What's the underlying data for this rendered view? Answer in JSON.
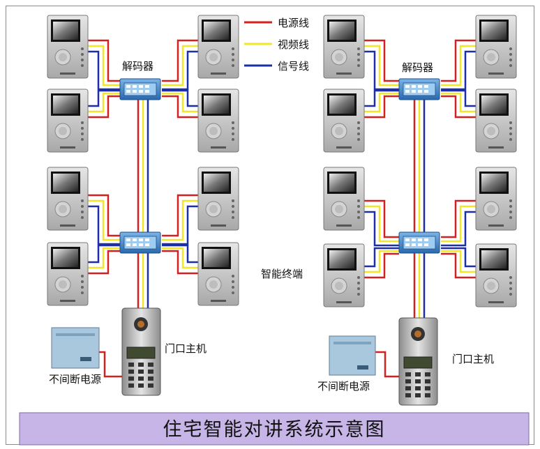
{
  "legend": {
    "items": [
      {
        "label": "电源线",
        "color": "#d42020"
      },
      {
        "label": "视频线",
        "color": "#f2e629"
      },
      {
        "label": "信号线",
        "color": "#1c2fa6"
      }
    ]
  },
  "labels": {
    "decoder_left": "解码器",
    "decoder_right": "解码器",
    "terminal": "智能终端",
    "door_host_left": "门口主机",
    "door_host_right": "门口主机",
    "ups_left": "不间断电源",
    "ups_right": "不间断电源"
  },
  "title": "住宅智能对讲系统示意图",
  "colors": {
    "title_bar": "#c6b5e6",
    "monitor_body": "#c9c9c9",
    "decoder": "#3f87cc",
    "ups_box": "#a9c8de"
  }
}
